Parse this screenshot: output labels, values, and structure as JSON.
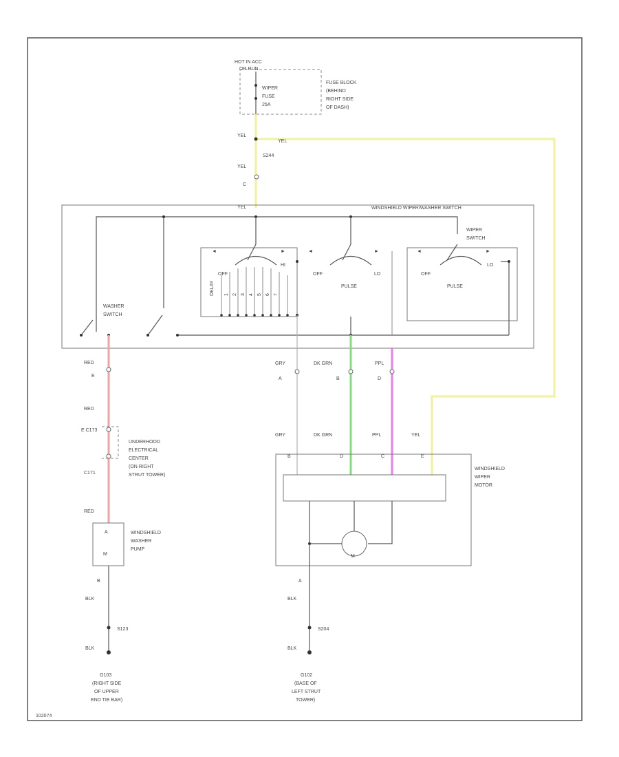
{
  "colors": {
    "yel": "#f2f29a",
    "red": "#f5a0a0",
    "grn": "#7ee07e",
    "ppl": "#ee7cee",
    "gry": "#b0b0b0",
    "blk": "#555555",
    "frame": "#555555"
  },
  "fuse_block": {
    "hot_label": "HOT IN ACC",
    "bus_label": "OR RUN",
    "fuse_name": "WIPER",
    "fuse_word": "FUSE",
    "fuse_amp": "25A",
    "location": [
      "FUSE BLOCK",
      "(BEHIND",
      "RIGHT SIDE",
      "OF DASH)"
    ]
  },
  "top_wiring": {
    "yel_1": "YEL",
    "yel_branch": "YEL",
    "splice": "S244",
    "yel_2": "YEL",
    "conn_c": "C",
    "yel_3": "YEL"
  },
  "switch_assembly": {
    "title": "WINDSHIELD WIPER/WASHER SWITCH",
    "washer_switch": [
      "WASHER",
      "SWITCH"
    ],
    "wiper_switch": [
      "WIPER",
      "SWITCH"
    ],
    "pulse_left": "PULSE",
    "pulse_right": "PULSE",
    "off_1": "OFF",
    "off_2": "OFF",
    "off_3": "OFF",
    "lo_1": "LO",
    "lo_2": "LO",
    "hi_1": "HI",
    "delay_labels": [
      "DELAY",
      "1",
      "2",
      "3",
      "4",
      "5",
      "6",
      "7"
    ],
    "right_box_note": "PULSE"
  },
  "harness": {
    "red_1": "RED",
    "conn_e": "E",
    "red_2": "RED",
    "c_top": "E C173",
    "c_bot": "C171",
    "red_3": "RED",
    "gry_1": "GRY",
    "conn_a": "A",
    "dkgrn_1": "DK GRN",
    "conn_b": "B",
    "ppl_1": "PPL",
    "conn_d": "D",
    "gry_2": "GRY",
    "dkgrn_2": "DK GRN",
    "ppl_2": "PPL",
    "yel_motor": "YEL"
  },
  "underhood": [
    "UNDERHOOD",
    "ELECTRICAL",
    "CENTER",
    "(ON RIGHT",
    "STRUT TOWER)"
  ],
  "washer_pump": {
    "label": [
      "WINDSHIELD",
      "WASHER",
      "PUMP"
    ],
    "conn_top": "A",
    "conn_b": "B",
    "blk_1": "BLK",
    "splice": "S123",
    "blk_2": "BLK",
    "motor_letter": "M"
  },
  "wiper_motor": {
    "label": [
      "WINDSHIELD",
      "WIPER",
      "MOTOR"
    ],
    "pins": [
      "B",
      "D",
      "C",
      "E"
    ],
    "motor_letter": "M",
    "conn_a": "A",
    "blk_1": "BLK",
    "splice": "S204",
    "blk_2": "BLK"
  },
  "grounds": {
    "left": [
      "G103",
      "(RIGHT SIDE",
      "OF UPPER",
      "END TIE BAR)"
    ],
    "right": [
      "G102",
      "(BASE OF",
      "LEFT STRUT",
      "TOWER)"
    ]
  },
  "footer_id": "102074"
}
